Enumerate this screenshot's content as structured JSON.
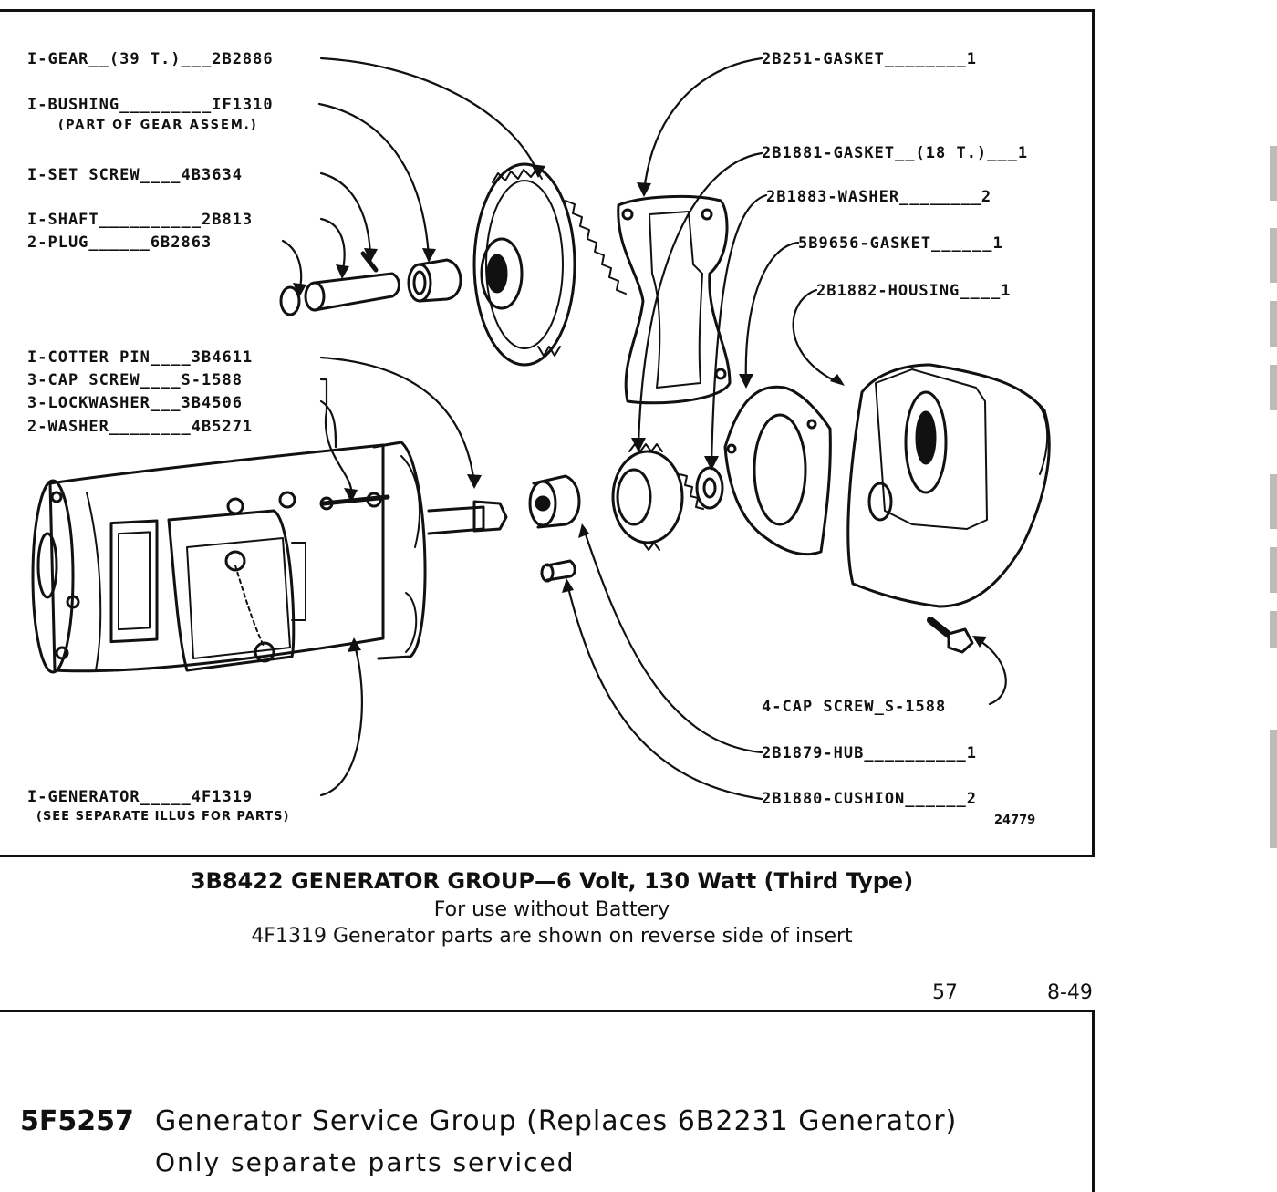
{
  "labels_left": {
    "gear": "I-GEAR__(39 T.)___2B2886",
    "bushing": "I-BUSHING_________IF1310",
    "bushing_note": "(PART OF GEAR ASSEM.)",
    "set_screw": "I-SET SCREW____4B3634",
    "shaft": "I-SHAFT__________2B813",
    "plug": "2-PLUG______6B2863",
    "cotter_pin": "I-COTTER PIN____3B4611",
    "cap_screw_3": "3-CAP SCREW____S-1588",
    "lockwasher": "3-LOCKWASHER___3B4506",
    "washer_2": "2-WASHER________4B5271",
    "generator": "I-GENERATOR_____4F1319",
    "generator_note": "(SEE SEPARATE ILLUS FOR PARTS)"
  },
  "labels_right": {
    "gasket_1": "2B251-GASKET________1",
    "gasket_18t": "2B1881-GASKET__(18 T.)___1",
    "washer_1883": "2B1883-WASHER________2",
    "gasket_9656": "5B9656-GASKET______1",
    "housing": "2B1882-HOUSING____1",
    "cap_screw_4": "4-CAP SCREW_S-1588",
    "hub": "2B1879-HUB__________1",
    "cushion": "2B1880-CUSHION______2"
  },
  "ref_number": "24779",
  "caption": {
    "title": "3B8422 GENERATOR GROUP—6 Volt, 130 Watt (Third Type)",
    "line2": "For use without Battery",
    "line3": "4F1319 Generator parts are shown on reverse side of insert"
  },
  "page": {
    "number": "57",
    "date": "8-49"
  },
  "bottom_section": {
    "part_number": "5F5257",
    "title": "Generator Service Group (Replaces 6B2231 Generator)",
    "subtitle": "Only separate parts serviced"
  }
}
